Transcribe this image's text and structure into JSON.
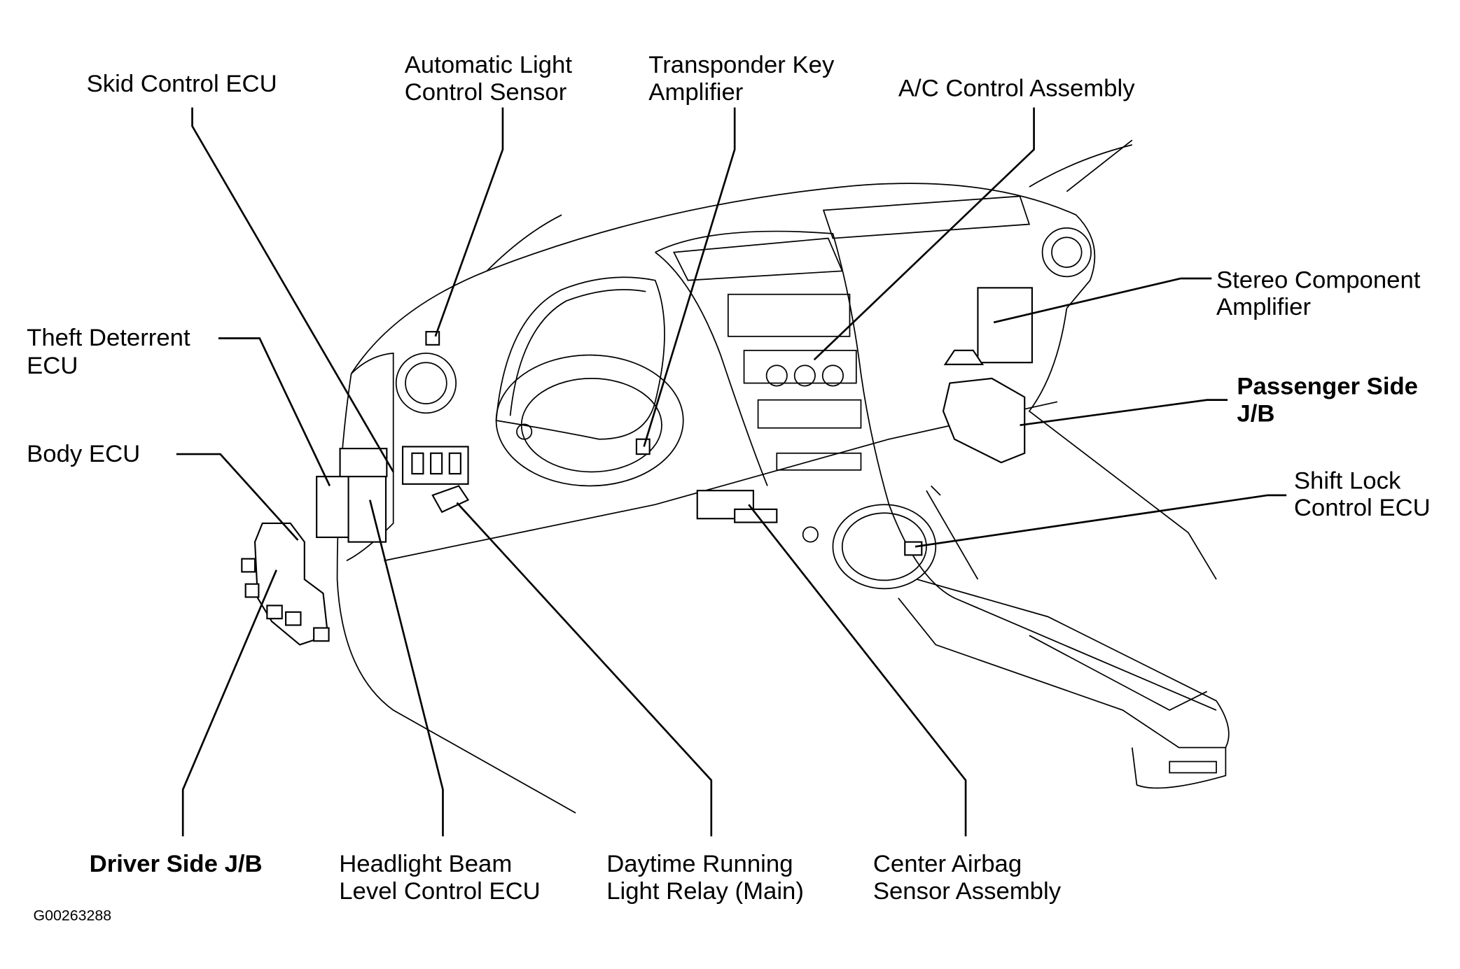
{
  "labels": {
    "skid_control_ecu": [
      "Skid Control ECU"
    ],
    "automatic_light_control_sensor": [
      "Automatic Light",
      "Control Sensor"
    ],
    "transponder_key_amplifier": [
      "Transponder Key",
      "Amplifier"
    ],
    "ac_control_assembly": [
      "A/C Control Assembly"
    ],
    "stereo_component_amplifier": [
      "Stereo Component",
      "Amplifier"
    ],
    "passenger_side_jb": [
      "Passenger Side",
      "J/B"
    ],
    "shift_lock_control_ecu": [
      "Shift Lock",
      "Control ECU"
    ],
    "theft_deterrent_ecu": [
      "Theft Deterrent",
      "ECU"
    ],
    "body_ecu": [
      "Body ECU"
    ],
    "driver_side_jb": [
      "Driver Side J/B"
    ],
    "headlight_beam_level_control_ecu": [
      "Headlight Beam",
      "Level Control ECU"
    ],
    "daytime_running_light_relay": [
      "Daytime Running",
      "Light Relay (Main)"
    ],
    "center_airbag_sensor_assembly": [
      "Center Airbag",
      "Sensor Assembly"
    ]
  },
  "figure_code": "G00263288"
}
